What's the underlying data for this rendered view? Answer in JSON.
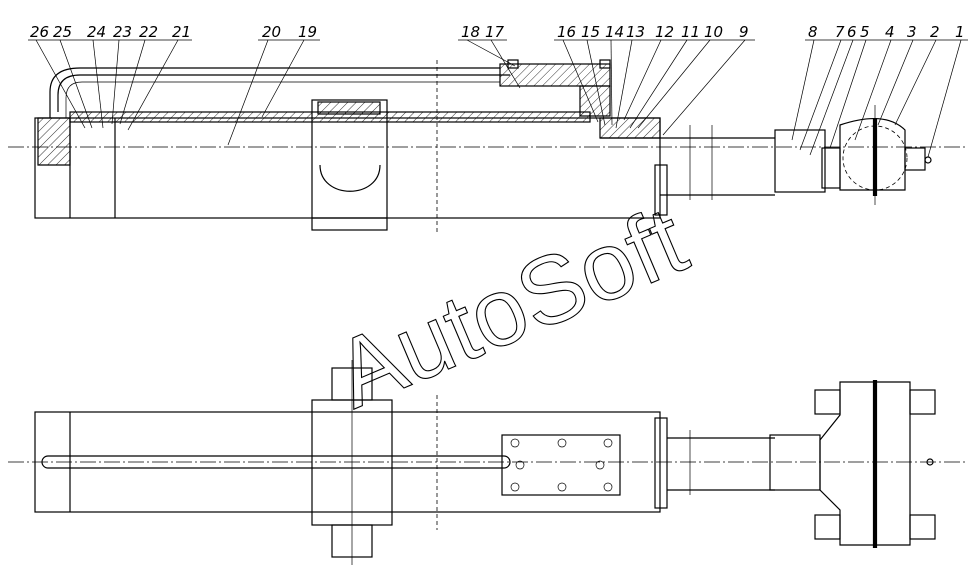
{
  "watermark": {
    "text": "AutoSoft"
  },
  "callouts": [
    {
      "id": "c26",
      "label": "26"
    },
    {
      "id": "c25",
      "label": "25"
    },
    {
      "id": "c24",
      "label": "24"
    },
    {
      "id": "c23",
      "label": "23"
    },
    {
      "id": "c22",
      "label": "22"
    },
    {
      "id": "c21",
      "label": "21"
    },
    {
      "id": "c20",
      "label": "20"
    },
    {
      "id": "c19",
      "label": "19"
    },
    {
      "id": "c18",
      "label": "18"
    },
    {
      "id": "c17",
      "label": "17"
    },
    {
      "id": "c16",
      "label": "16"
    },
    {
      "id": "c15",
      "label": "15"
    },
    {
      "id": "c14",
      "label": "14"
    },
    {
      "id": "c13",
      "label": "13"
    },
    {
      "id": "c12",
      "label": "12"
    },
    {
      "id": "c11",
      "label": "11"
    },
    {
      "id": "c10",
      "label": "10"
    },
    {
      "id": "c9",
      "label": "9"
    },
    {
      "id": "c8",
      "label": "8"
    },
    {
      "id": "c7",
      "label": "7"
    },
    {
      "id": "c6",
      "label": "6"
    },
    {
      "id": "c5",
      "label": "5"
    },
    {
      "id": "c4",
      "label": "4"
    },
    {
      "id": "c3",
      "label": "3"
    },
    {
      "id": "c2",
      "label": "2"
    },
    {
      "id": "c1",
      "label": "1"
    }
  ]
}
